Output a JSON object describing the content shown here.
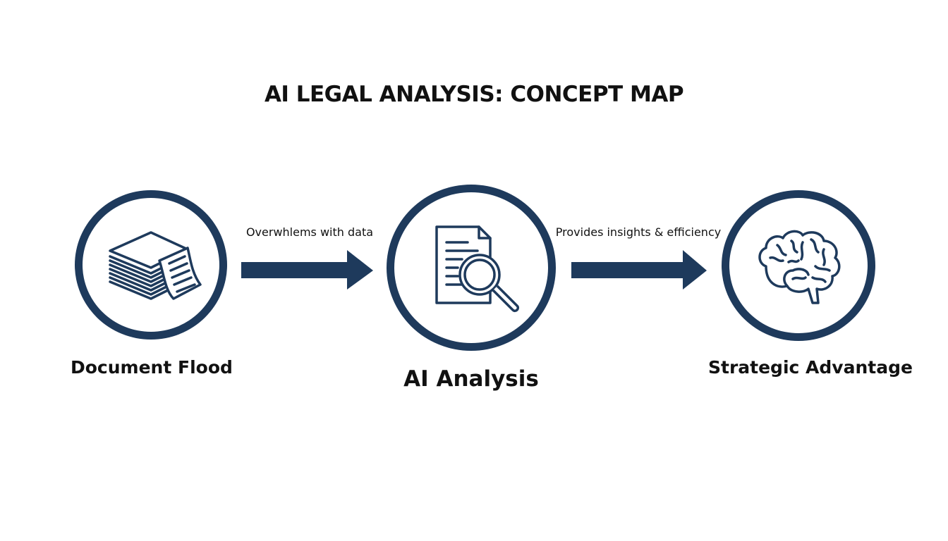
{
  "title": "AI LEGAL ANALYSIS: CONCEPT MAP",
  "colors": {
    "primary": "#1e3a5c",
    "text": "#111111",
    "background": "#ffffff"
  },
  "nodes": [
    {
      "label": "Document Flood",
      "icon": "document-stack-icon"
    },
    {
      "label": "AI Analysis",
      "icon": "document-search-icon"
    },
    {
      "label": "Strategic Advantage",
      "icon": "brain-icon"
    }
  ],
  "edges": [
    {
      "from": "Document Flood",
      "to": "AI Analysis",
      "label": "Overwhlems with data"
    },
    {
      "from": "AI Analysis",
      "to": "Strategic Advantage",
      "label": "Provides insights & efficiency"
    }
  ]
}
